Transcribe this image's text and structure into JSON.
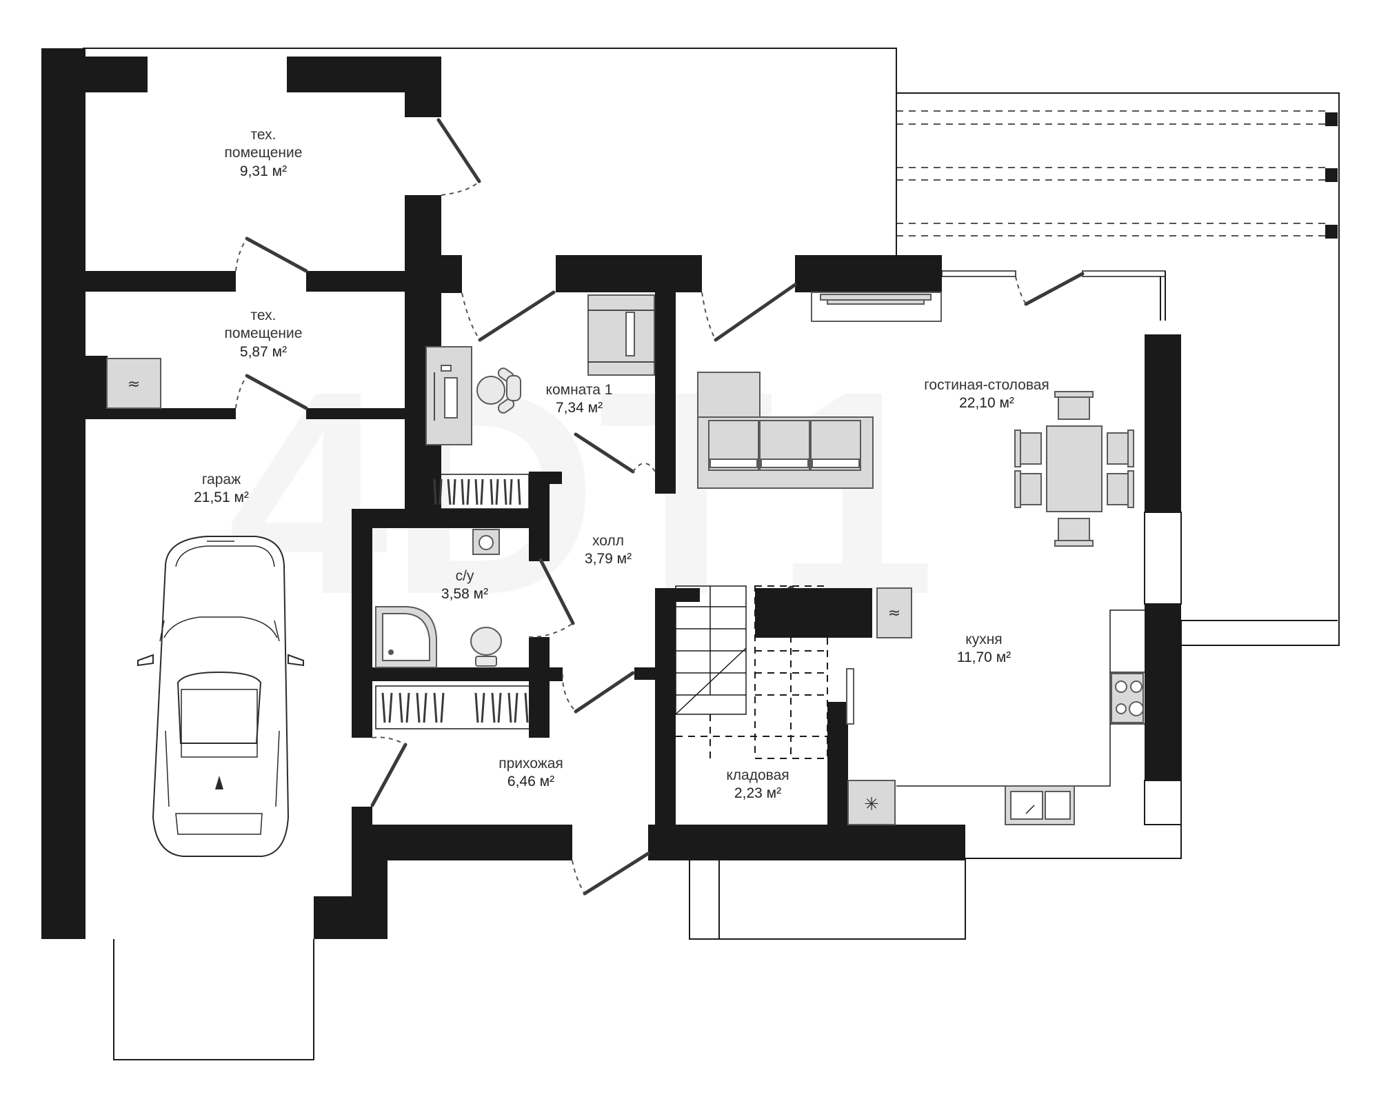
{
  "rooms": [
    {
      "name": "тех.\nпомещение",
      "area": "9,31 м²"
    },
    {
      "name": "тех.\nпомещение",
      "area": "5,87 м²"
    },
    {
      "name": "комната 1",
      "area": "7,34 м²"
    },
    {
      "name": "гостиная-столовая",
      "area": "22,10 м²"
    },
    {
      "name": "гараж",
      "area": "21,51 м²"
    },
    {
      "name": "холл",
      "area": "3,79 м²"
    },
    {
      "name": "с/у",
      "area": "3,58 м²"
    },
    {
      "name": "кухня",
      "area": "11,70 м²"
    },
    {
      "name": "прихожая",
      "area": "6,46 м²"
    },
    {
      "name": "кладовая",
      "area": "2,23 м²"
    }
  ],
  "icons": {
    "boiler": "wave-icon",
    "hood": "wave-icon",
    "fridge": "snowflake-icon",
    "car": "car-icon"
  },
  "colors": {
    "wall": "#1a1a1a",
    "furniture": "#d9d9d9",
    "background": "#ffffff"
  }
}
